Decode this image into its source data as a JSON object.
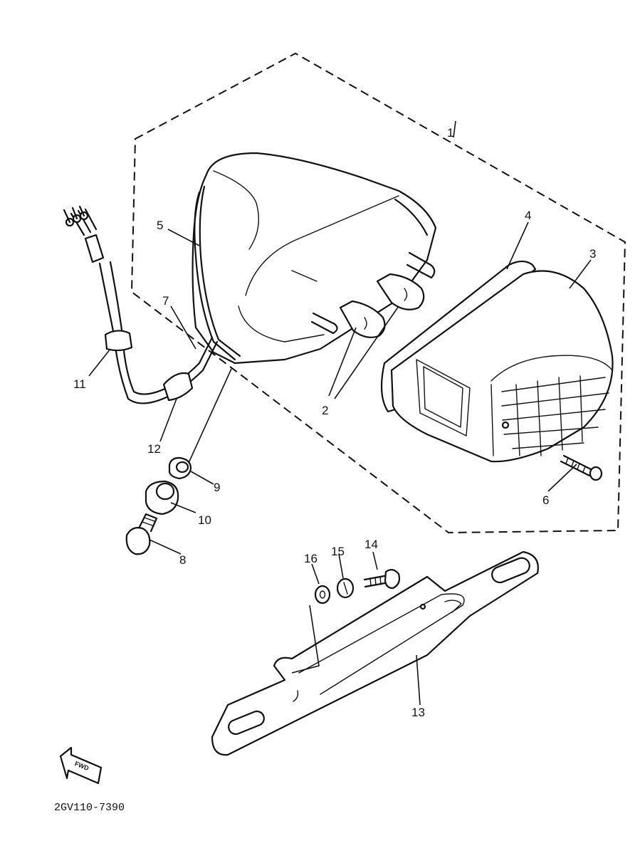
{
  "callouts": {
    "c1": "1",
    "c2": "2",
    "c3": "3",
    "c4": "4",
    "c5": "5",
    "c6": "6",
    "c7": "7",
    "c8": "8",
    "c9": "9",
    "c10": "10",
    "c11": "11",
    "c12": "12",
    "c13": "13",
    "c14": "14",
    "c15": "15",
    "c16": "16"
  },
  "fwd_label": "FWD",
  "diagram_code": "2GV110-7390"
}
